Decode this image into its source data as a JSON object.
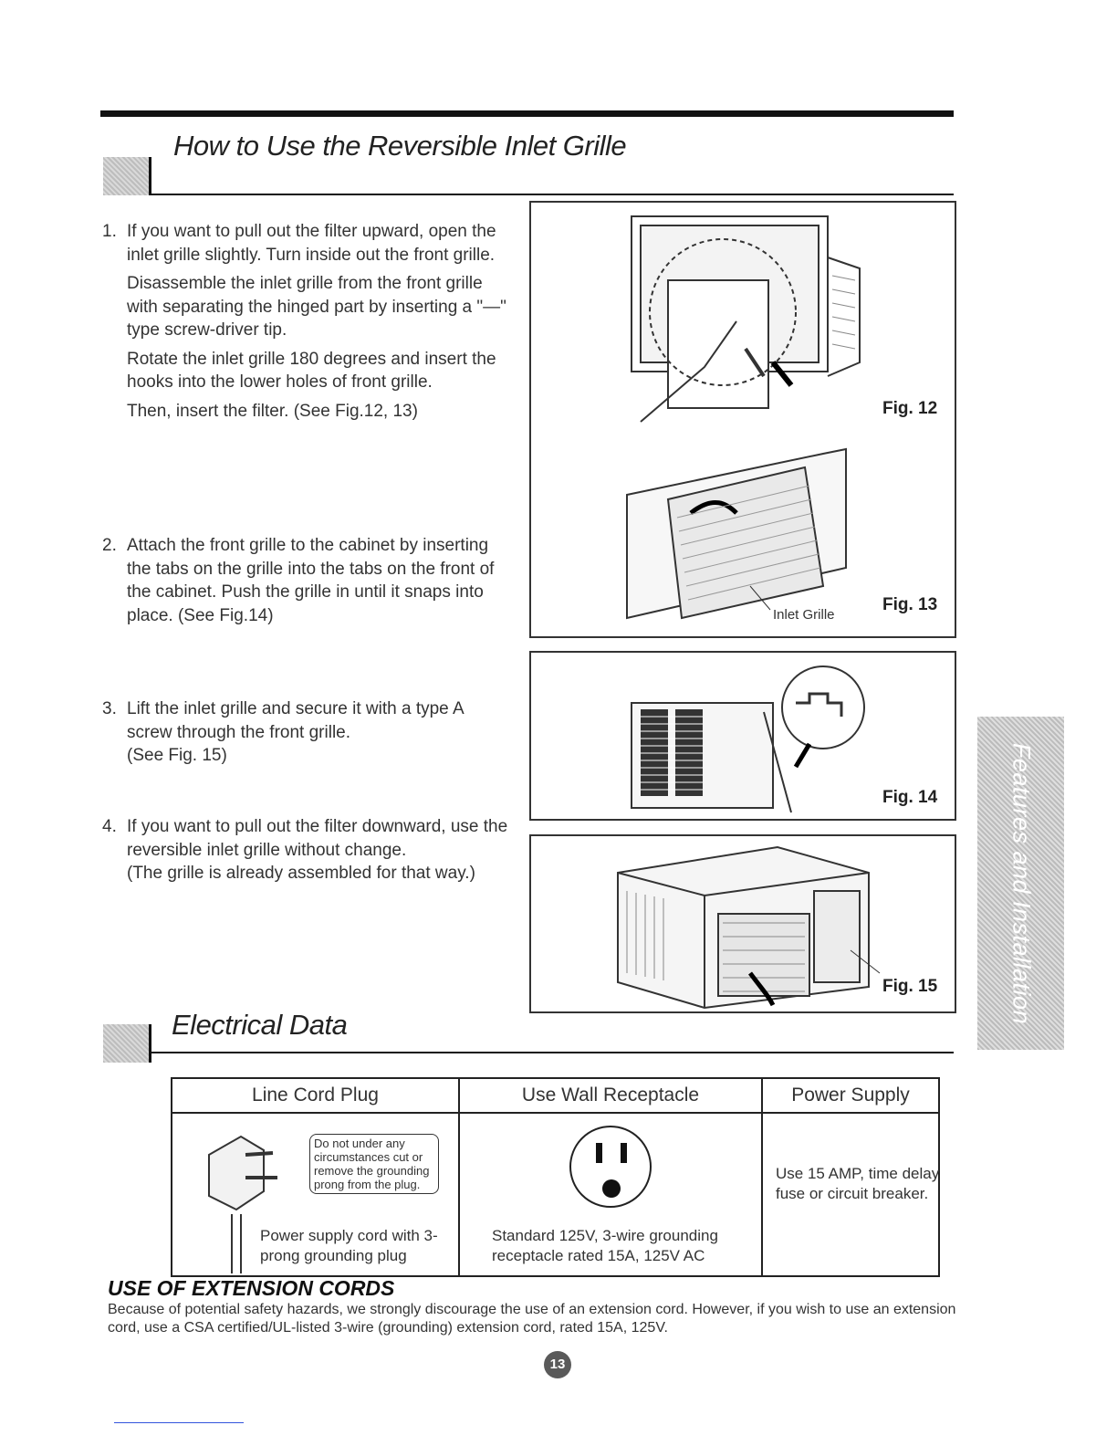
{
  "section1": {
    "title": "How to Use the Reversible Inlet Grille",
    "steps": [
      {
        "num": "1.",
        "paragraphs": [
          "If you want to pull out the filter upward, open the inlet grille slightly. Turn inside out the front grille.",
          "Disassemble the inlet grille from the front grille with separating the hinged part by inserting a \"—\" type screw-driver tip.",
          "Rotate the inlet grille 180 degrees and insert the hooks into the lower holes of front grille.",
          "Then, insert the filter. (See Fig.12, 13)"
        ]
      },
      {
        "num": "2.",
        "paragraphs": [
          "Attach the front grille to the cabinet by inserting the tabs on the grille into the tabs on the front of the cabinet. Push the grille in until it snaps into place. (See Fig.14)"
        ]
      },
      {
        "num": "3.",
        "paragraphs": [
          "Lift the inlet grille and secure it with a type A screw through the front grille.",
          "(See Fig. 15)"
        ]
      },
      {
        "num": "4.",
        "paragraphs": [
          "If you want to pull out the filter downward, use the reversible inlet grille without change.",
          "(The grille is already assembled for that way.)"
        ]
      }
    ],
    "figures": {
      "fig12": "Fig. 12",
      "fig13": "Fig. 13",
      "fig13_callout": "Inlet Grille",
      "fig14": "Fig. 14",
      "fig15": "Fig. 15"
    }
  },
  "section2": {
    "title": "Electrical Data",
    "table": {
      "headers": [
        "Line Cord Plug",
        "Use Wall Receptacle",
        "Power Supply"
      ],
      "plug_warning": "Do not under any circumstances cut or remove the grounding prong from the plug.",
      "plug_caption": "Power supply cord with 3-prong grounding plug",
      "receptacle_caption": "Standard 125V, 3-wire grounding receptacle rated 15A, 125V AC",
      "power_supply_text": "Use 15 AMP, time delay fuse or circuit breaker."
    }
  },
  "extension": {
    "title": "USE OF EXTENSION CORDS",
    "body": "Because of potential safety hazards, we strongly discourage the use of an extension cord. However, if you wish to use an extension cord, use a CSA certified/UL-listed 3-wire (grounding) extension cord, rated 15A, 125V."
  },
  "side_tab": "Features and Installation",
  "page_number": "13",
  "colors": {
    "rule": "#111111",
    "tab_gray": "#c8c8c8",
    "page_badge": "#5a5a5a"
  }
}
